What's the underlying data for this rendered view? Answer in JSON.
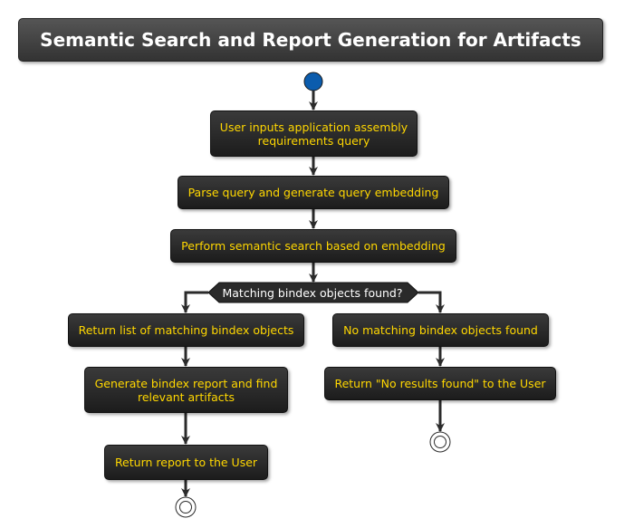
{
  "title": "Semantic Search and Report Generation for Artifacts",
  "nodes": {
    "user_input": "User inputs application assembly requirements query",
    "parse_query": "Parse query and generate query embedding",
    "semantic_search": "Perform semantic search based on embedding",
    "decision": "Matching bindex objects found?",
    "return_list": "Return list of matching bindex objects",
    "generate_report": "Generate bindex report and find relevant artifacts",
    "return_report": "Return report to the User",
    "no_match": "No matching bindex objects found",
    "no_results": "Return \"No results found\" to the User"
  },
  "colors": {
    "start_node": "#0b5cad",
    "node_text": "#ffd700",
    "decision_text": "#ffffff",
    "arrow": "#2b2b2b"
  }
}
